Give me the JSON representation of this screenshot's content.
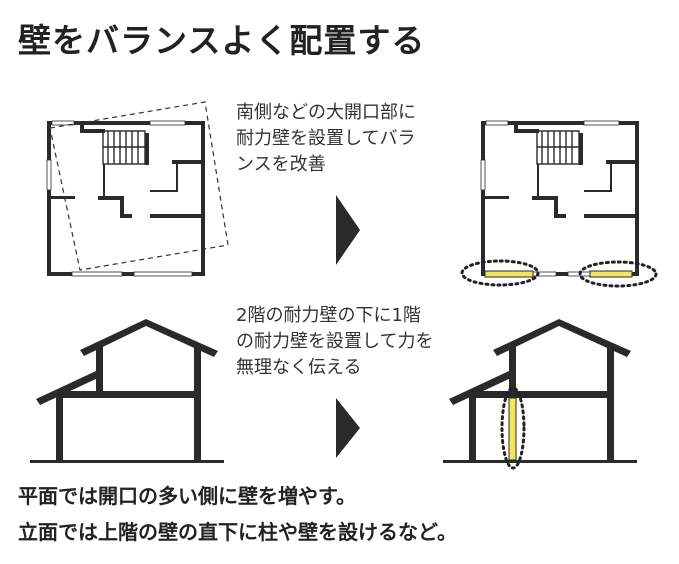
{
  "title": "壁をバランスよく配置する",
  "note_top": [
    "南側などの大開口部に",
    "耐力壁を設置してバラ",
    "ンスを改善"
  ],
  "note_mid": [
    "2階の耐力壁の下に1階",
    "の耐力壁を設置して力を",
    "無理なく伝える"
  ],
  "summary": [
    "平面では開口の多い側に壁を増やす。",
    "立面では上階の壁の直下に柱や壁を設けるなど。"
  ],
  "colors": {
    "wall": "#2a2a2a",
    "added_wall": "#f2e65a",
    "text": "#222222"
  }
}
